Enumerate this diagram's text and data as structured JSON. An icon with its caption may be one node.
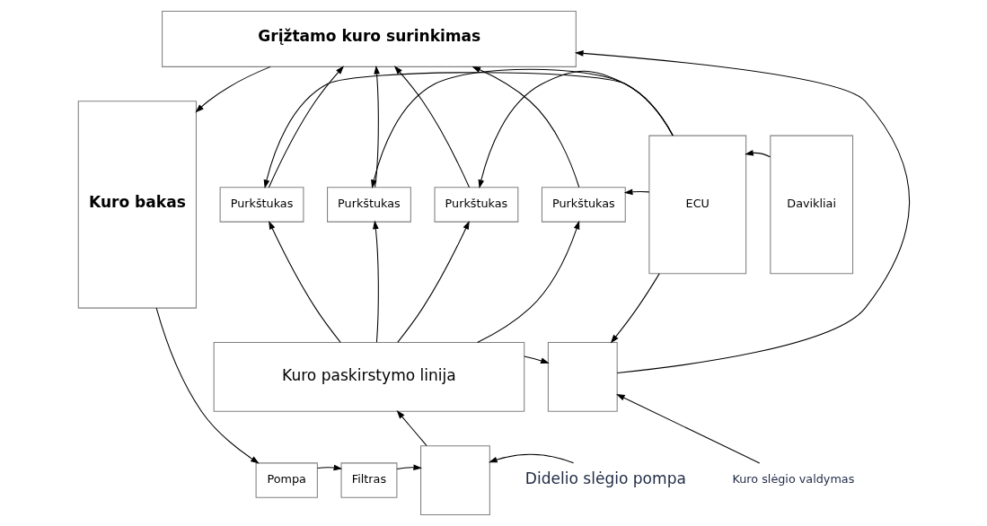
{
  "diagram": {
    "nodes": [
      {
        "text": [
          "Grįžtamo kuro surinkimas"
        ]
      },
      {
        "text": [
          "Kuro bakas"
        ]
      },
      {
        "text": [
          "Purkštukas"
        ]
      },
      {
        "text": [
          "Purkštukas"
        ]
      },
      {
        "text": [
          "Purkštukas"
        ]
      },
      {
        "text": [
          "Purkštukas"
        ]
      },
      {
        "text": [
          "ECU"
        ]
      },
      {
        "text": [
          "Davikliai"
        ]
      },
      {
        "text": [
          "Kuro paskirstymo linija"
        ]
      },
      {
        "text": [],
        "shape": "box"
      },
      {
        "text": [
          "Pompa"
        ]
      },
      {
        "text": [
          "Filtras"
        ]
      },
      {
        "text": [],
        "shape": "box"
      },
      {
        "text": [
          "Kuro slėgio valdymas"
        ]
      },
      {
        "text": [
          "Didelio slėgio pompa"
        ]
      }
    ],
    "edges": [
      {
        "from": 0,
        "to": 1,
        "arrow": "to"
      },
      {
        "from": 2,
        "to": 0,
        "arrow": "to"
      },
      {
        "from": 3,
        "to": 0,
        "arrow": "to"
      },
      {
        "from": 4,
        "to": 0,
        "arrow": "to"
      },
      {
        "from": 5,
        "to": 0,
        "arrow": "to"
      },
      {
        "from": 9,
        "to": 0,
        "arrow": "to"
      },
      {
        "from": 6,
        "to": 2,
        "arrow": "to"
      },
      {
        "from": 6,
        "to": 3,
        "arrow": "to"
      },
      {
        "from": 6,
        "to": 4,
        "arrow": "to"
      },
      {
        "from": 6,
        "to": 5,
        "arrow": "to"
      },
      {
        "from": 7,
        "to": 6,
        "arrow": "to"
      },
      {
        "from": 8,
        "to": 2,
        "arrow": "to"
      },
      {
        "from": 8,
        "to": 3,
        "arrow": "to"
      },
      {
        "from": 8,
        "to": 4,
        "arrow": "to"
      },
      {
        "from": 8,
        "to": 5,
        "arrow": "to"
      },
      {
        "from": 8,
        "to": 9,
        "arrow": "to"
      },
      {
        "from": 6,
        "to": 9,
        "arrow": "to"
      },
      {
        "from": 1,
        "to": 10,
        "arrow": "to"
      },
      {
        "from": 10,
        "to": 11,
        "arrow": "to"
      },
      {
        "from": 11,
        "to": 12,
        "arrow": "to"
      },
      {
        "from": 12,
        "to": 8,
        "arrow": "to"
      },
      {
        "from": 13,
        "to": 9,
        "arrow": "to"
      },
      {
        "from": 14,
        "to": 12,
        "arrow": "to"
      }
    ]
  }
}
